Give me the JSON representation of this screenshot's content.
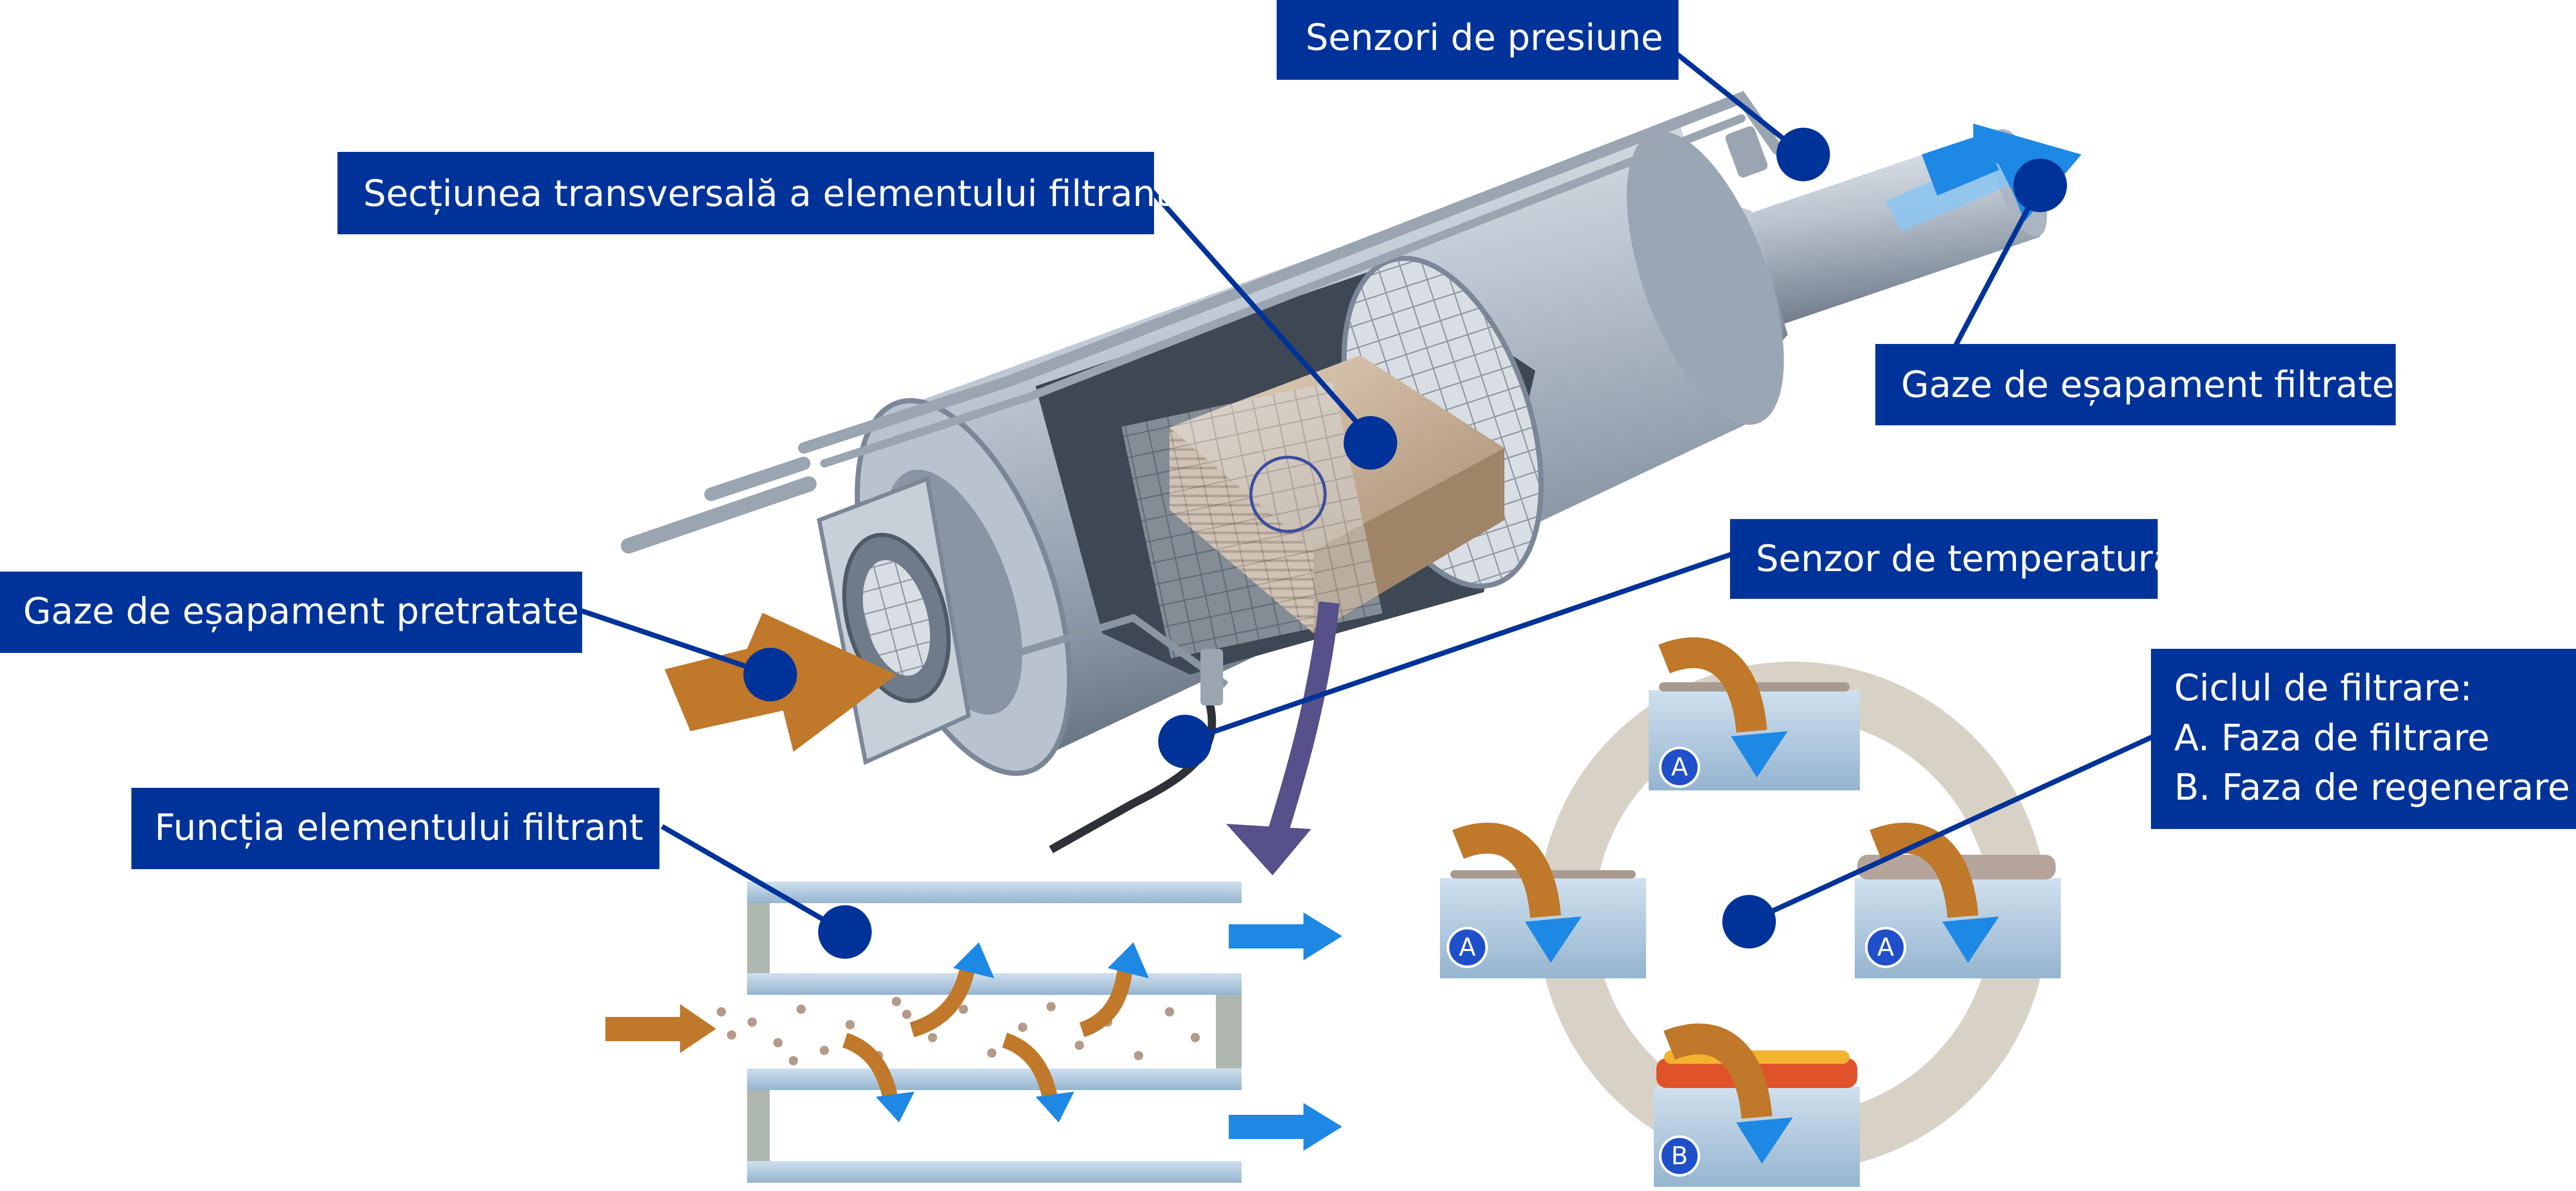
{
  "labels": {
    "pressure_sensors": "Senzori de presiune",
    "cross_section": "Secțiunea transversală a elementului filtrant",
    "filtered_exhaust": "Gaze de eșapament filtrate",
    "temperature_sensor": "Senzor de temperatură",
    "pretreated_exhaust": "Gaze de eșapament pretratate",
    "filter_function": "Funcția elementului filtrant",
    "cycle_title": "Ciclul de filtrare:",
    "cycle_phase_a": "A. Faza de filtrare",
    "cycle_phase_b": "B. Faza de regenerare"
  },
  "phase_markers": {
    "top": "A",
    "left": "A",
    "right": "A",
    "bottom": "B"
  },
  "colors": {
    "label_bg": "#003399",
    "label_text": "#ffffff",
    "gas_arrow": "#c0782a",
    "clean_arrow": "#1e88e5",
    "filter_body": "#a8b4c2",
    "ring": "#d8d2c6"
  }
}
